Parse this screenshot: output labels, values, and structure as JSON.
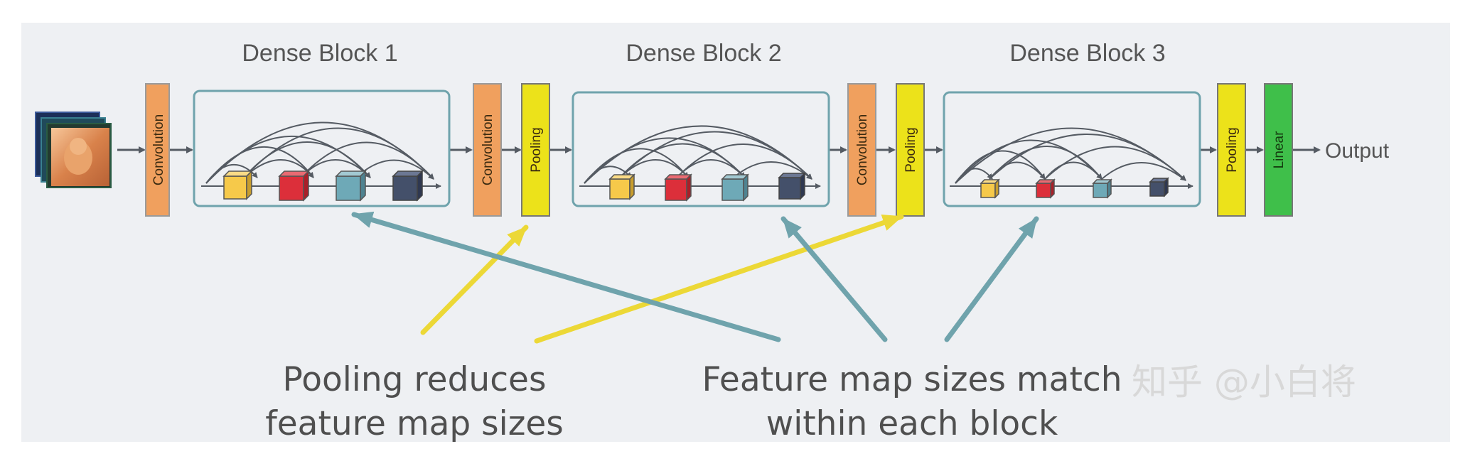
{
  "blocks": [
    {
      "title": "Dense Block 1"
    },
    {
      "title": "Dense Block 2"
    },
    {
      "title": "Dense Block 3"
    }
  ],
  "layers": {
    "convolution": "Convolution",
    "pooling": "Pooling",
    "linear": "Linear"
  },
  "output_label": "Output",
  "captions": {
    "pooling": [
      "Pooling reduces",
      "feature map sizes"
    ],
    "feature": [
      "Feature map sizes match",
      "within each block"
    ]
  },
  "watermark": "知乎 @小白将",
  "colors": {
    "background": "#eef0f3",
    "convolution": "#f0a05e",
    "pooling": "#ece21a",
    "linear": "#3fbf4a",
    "block_border": "#6fa3ac",
    "arrow_teal": "#6fa3ac",
    "arrow_yellow": "#ecd836",
    "cube_yellow": "#f6c94a",
    "cube_red": "#dc2f3a",
    "cube_teal": "#6ea9b7",
    "cube_navy": "#44506a"
  }
}
